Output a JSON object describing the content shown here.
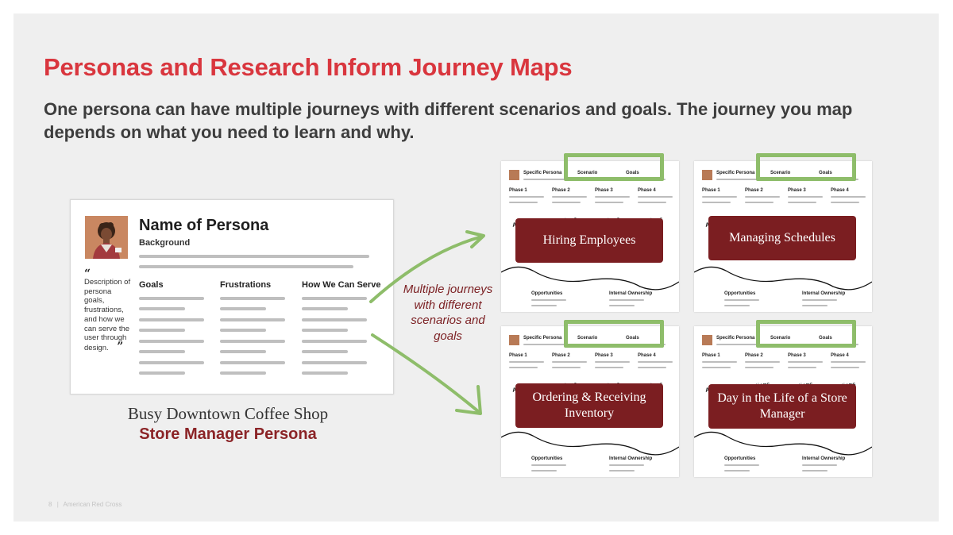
{
  "slide": {
    "title": "Personas and Research Inform Journey Maps",
    "subtitle": "One persona can have multiple journeys with different scenarios and goals. The journey you map depends on what you need to learn and why."
  },
  "persona_card": {
    "name": "Name of Persona",
    "background_label": "Background",
    "quote_open": "“",
    "quote_text": "Description of persona goals, frustrations, and how we can serve the user through design.",
    "quote_close": "”",
    "columns": [
      "Goals",
      "Frustrations",
      "How We Can Serve"
    ]
  },
  "persona_caption": {
    "line1": "Busy Downtown Coffee Shop",
    "line2": "Store Manager Persona"
  },
  "arrow_label": "Multiple journeys with different scenarios and goals",
  "journey_template": {
    "persona_label": "Specific Persona",
    "scenario_label": "Scenario",
    "goals_label": "Goals",
    "phases": [
      "Phase 1",
      "Phase 2",
      "Phase 3",
      "Phase 4"
    ],
    "actions_label": "Actions",
    "opportunities_label": "Opportunities",
    "ownership_label": "Internal Ownership"
  },
  "journeys": [
    {
      "label": "Hiring Employees"
    },
    {
      "label": "Managing Schedules"
    },
    {
      "label": "Ordering & Receiving Inventory"
    },
    {
      "label": "Day in the Life of a Store Manager"
    }
  ],
  "footer": {
    "page_number": "8",
    "separator": "|",
    "org": "American Red Cross"
  },
  "colors": {
    "title_red": "#d9363e",
    "dark_red": "#7b1e21",
    "green_arrow": "#8ebd6a",
    "text_gray": "#3d3d3d"
  }
}
